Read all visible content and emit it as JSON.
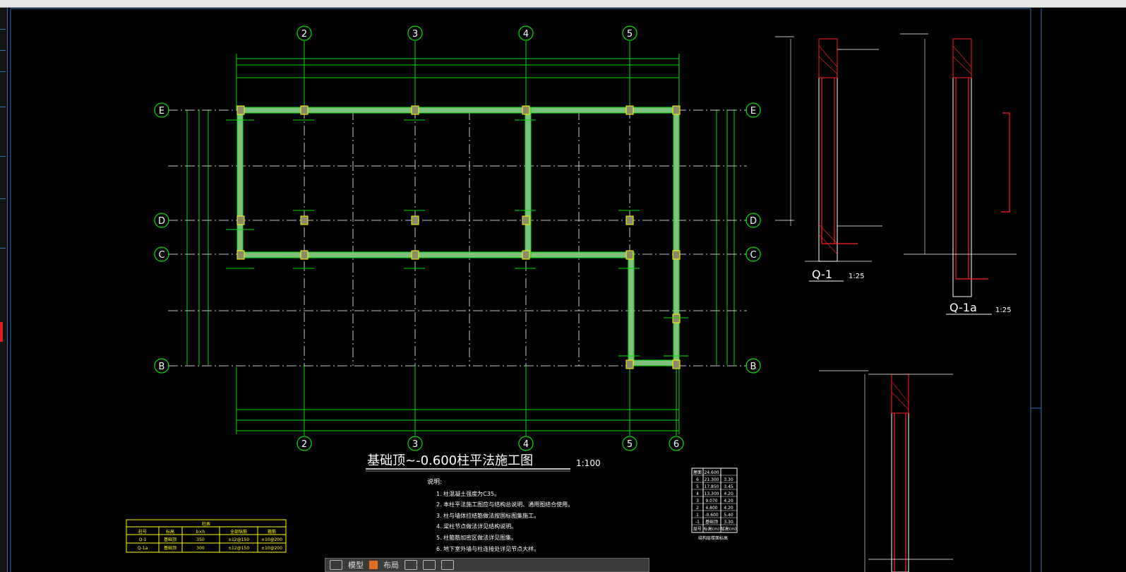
{
  "drawing": {
    "plan_title": "基础顶~-0.600柱平法施工图",
    "plan_scale": "1:100",
    "notes_heading": "说明:",
    "notes": [
      "1. 柱混凝土强度为C35。",
      "2. 本柱平法施工图应与结构总说明、通用图结合使用。",
      "3. 柱与墙体拉结筋做法按国标图集施工。",
      "4. 梁柱节点做法详见结构说明。",
      "5. 柱箍筋加密区做法详见图集。",
      "6. 地下室外墙与柱连接处详见节点大样。"
    ],
    "grid_top": [
      "2",
      "3",
      "4",
      "5"
    ],
    "grid_bottom": [
      "2",
      "3",
      "4",
      "5",
      "6"
    ],
    "grid_left": [
      "E",
      "D",
      "C",
      "B"
    ],
    "grid_right": [
      "E",
      "D",
      "C",
      "B"
    ],
    "sections": [
      {
        "id": "Q-1",
        "scale": "1:25"
      },
      {
        "id": "Q-1a",
        "scale": "1:25"
      }
    ],
    "floor_table": {
      "rows": [
        [
          "屋面",
          "24.600",
          ""
        ],
        [
          "6",
          "21.300",
          "3.30"
        ],
        [
          "5",
          "17.850",
          "3.45"
        ],
        [
          "4",
          "13.300",
          "4.20"
        ],
        [
          "3",
          "9.070",
          "4.20"
        ],
        [
          "2",
          "4.800",
          "4.20"
        ],
        [
          "1",
          "-0.600",
          "5.40"
        ],
        [
          "-1",
          "基础顶",
          "3.30"
        ],
        [
          "层号",
          "标高(m)",
          "层高(m)"
        ]
      ],
      "caption": "结构层楼面标高"
    },
    "col_table": {
      "title": "柱表",
      "headers": [
        "柱号",
        "标高",
        "b×h",
        "全部纵筋",
        "箍筋"
      ],
      "rows": [
        [
          "Q-1",
          "基础顶",
          "350",
          "±12@150",
          "±10@200"
        ],
        [
          "Q-1a",
          "基础顶",
          "300",
          "±12@150",
          "±10@200"
        ]
      ]
    }
  },
  "statusbar": {
    "items": [
      "模型",
      "布局"
    ]
  },
  "colors": {
    "background": "#000000",
    "grid_green": "#00e000",
    "wall_fill": "#7fbf7f",
    "axis_dash": "#c8c8c8",
    "text_white": "#ffffff",
    "rebar_red": "#ff2020",
    "frame_blue": "#2a6fbf",
    "table_yellow": "#ffff00"
  }
}
